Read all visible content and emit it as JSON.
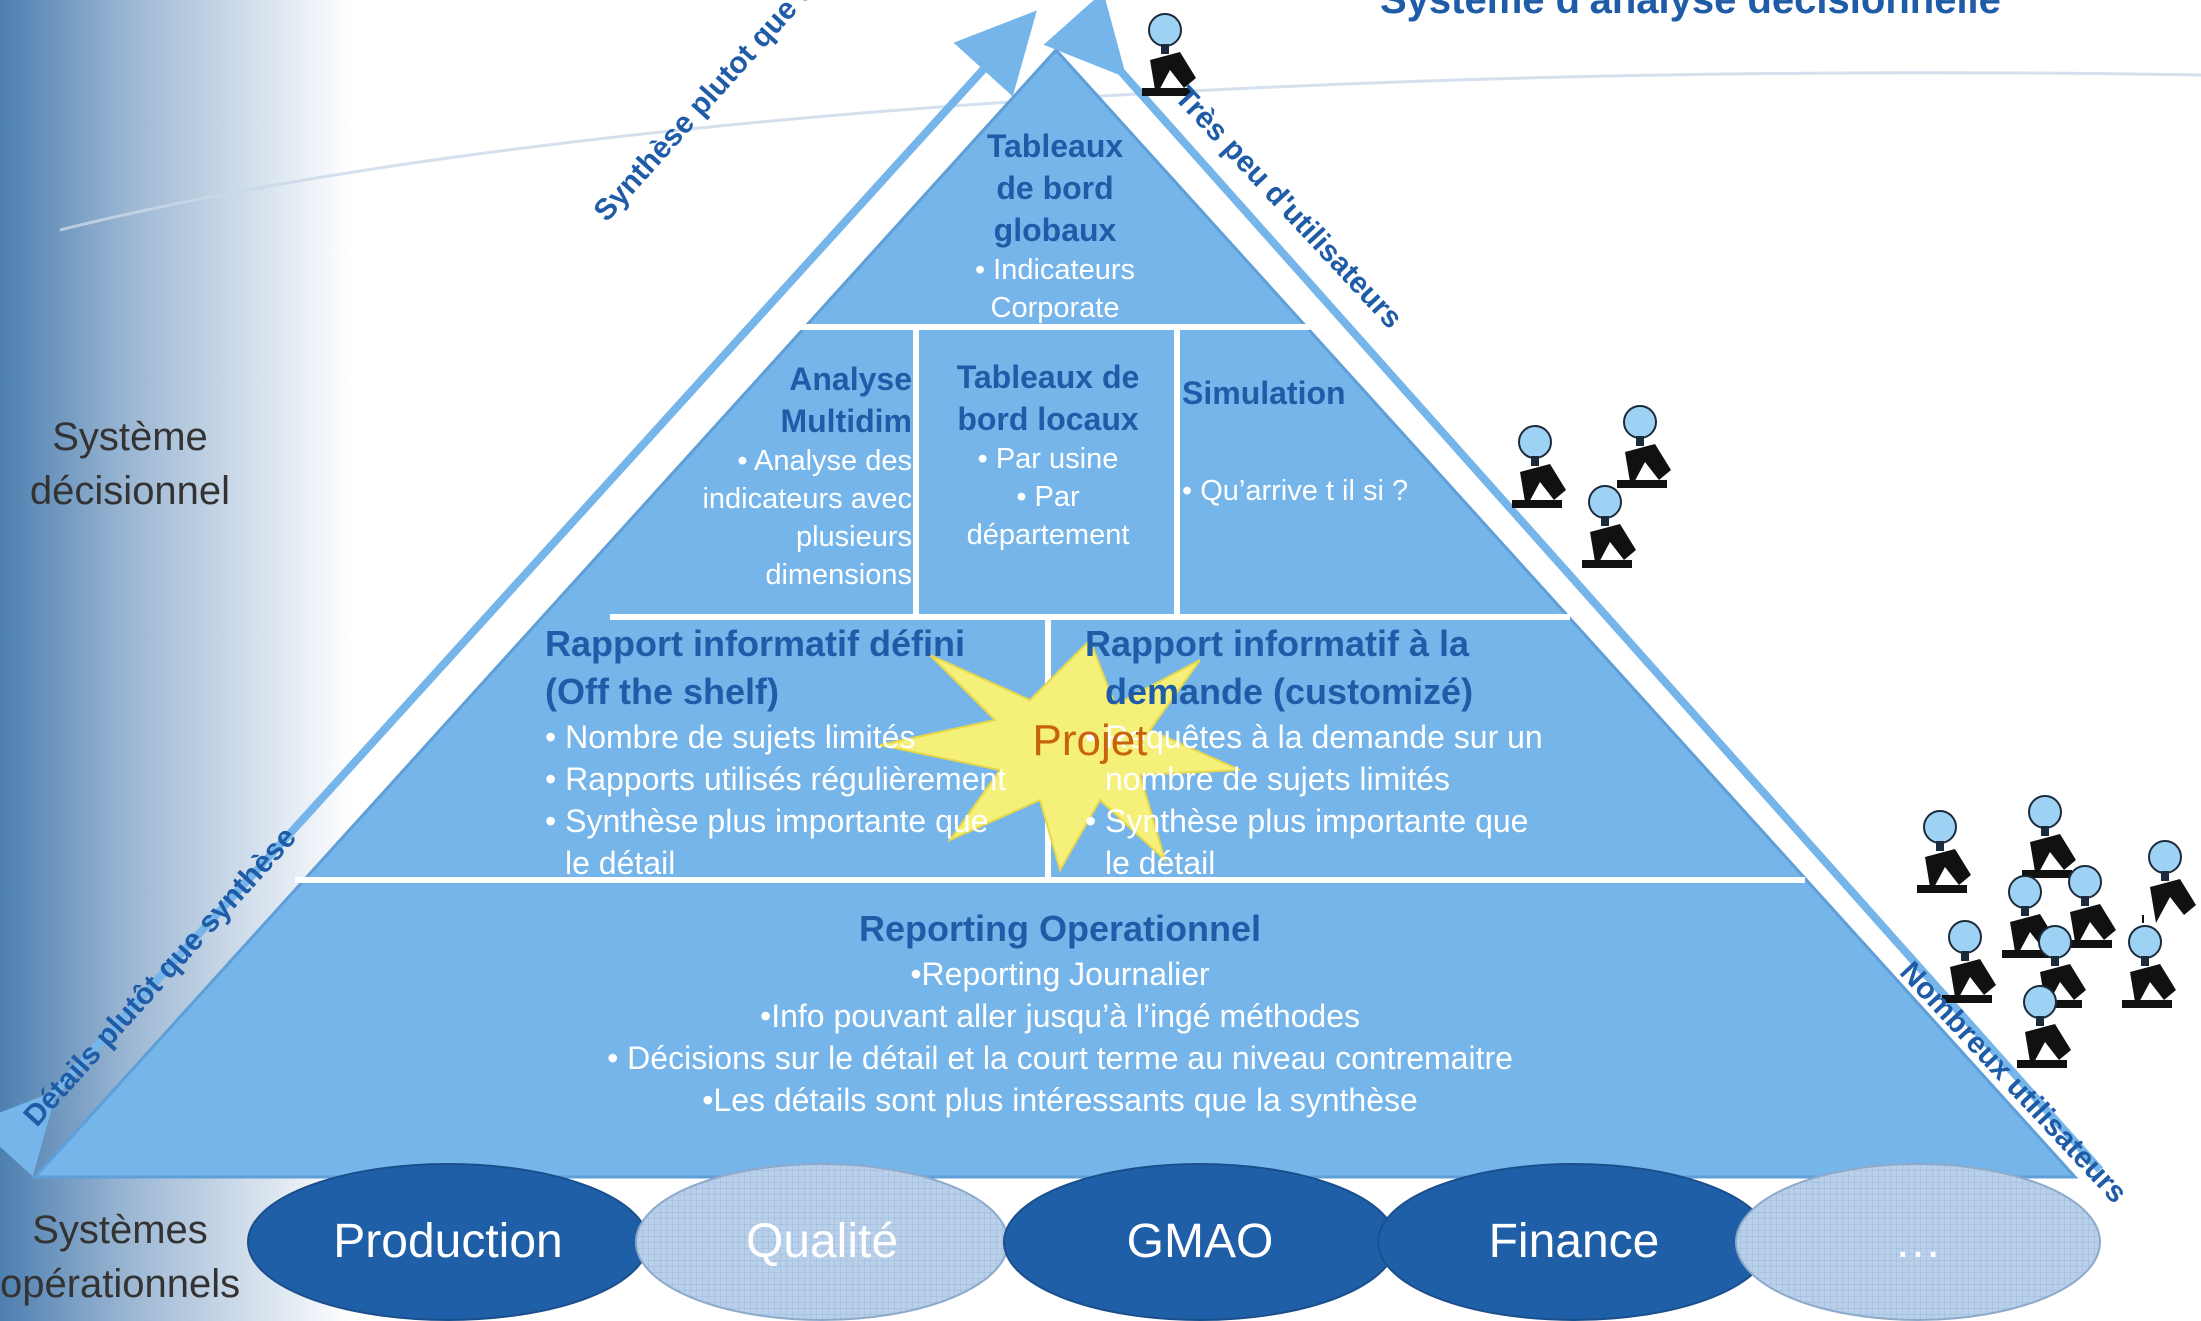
{
  "title": "Système d'analyse décisionnelle",
  "left_labels": {
    "decisionnel": [
      "Système",
      "décisionnel"
    ],
    "operationnels": [
      "Systèmes",
      "opérationnels"
    ]
  },
  "arrows": {
    "top_left": "Synthèse plutot que détails",
    "bottom_left": "Détails plutôt que synthèse",
    "top_right": "Très peu d'utilisateurs",
    "bottom_right": "Nombreux utilisateurs"
  },
  "pyramid": {
    "top": {
      "title": [
        "Tableaux",
        "de bord",
        "globaux"
      ],
      "items": [
        "• Indicateurs",
        "Corporate"
      ]
    },
    "middle": {
      "analyse": {
        "title": [
          "Analyse",
          "Multidim"
        ],
        "items": [
          "• Analyse des",
          "indicateurs avec",
          "plusieurs",
          "dimensions"
        ]
      },
      "tableaux_locaux": {
        "title": [
          "Tableaux de",
          "bord locaux"
        ],
        "items": [
          "• Par usine",
          "• Par",
          "département"
        ]
      },
      "simulation": {
        "title": "Simulation",
        "items": [
          "• Qu’arrive t il si ?"
        ]
      }
    },
    "rapport_defini": {
      "title": [
        "Rapport informatif défini",
        "(Off the shelf)"
      ],
      "items": [
        "• Nombre de sujets limités",
        "• Rapports utilisés régulièrement",
        "• Synthèse plus importante que",
        "le détail"
      ]
    },
    "rapport_demande": {
      "title": [
        "Rapport informatif à la",
        "demande (customizé)"
      ],
      "items": [
        "• Requêtes à la demande sur un",
        "nombre de sujets limités",
        "• Synthèse plus importante que",
        "le détail"
      ]
    },
    "reporting": {
      "title": "Reporting Operationnel",
      "items": [
        "•Reporting Journalier",
        "•Info pouvant aller jusqu’à l’ingé méthodes",
        "• Décisions sur le détail et la court terme au niveau contremaitre",
        "•Les détails sont plus intéressants que la synthèse"
      ]
    }
  },
  "projet": "Projet",
  "systems": [
    "Production",
    "Qualité",
    "GMAO",
    "Finance",
    "…"
  ],
  "colors": {
    "pyramid_fill": "#75b5ea",
    "pyramid_dark": "#5f9fd8",
    "heading": "#1f5ca8",
    "ellipse_dark": "#1f5fa8",
    "ellipse_light": "#b3cdea",
    "star": "#f5f07a",
    "projet_text": "#c8620c"
  },
  "icons": [
    "user-with-lightbulb-icon"
  ]
}
